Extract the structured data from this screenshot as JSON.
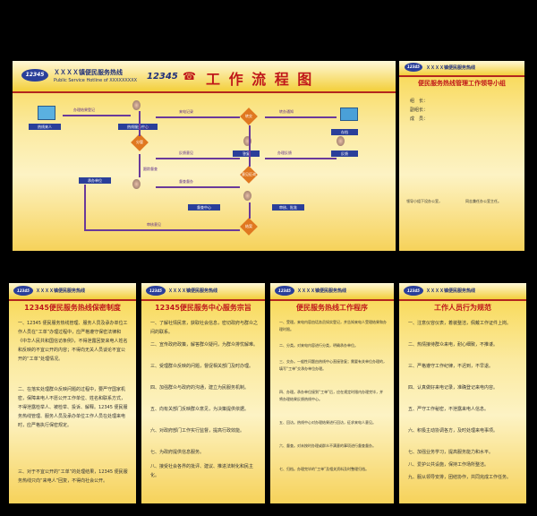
{
  "colors": {
    "accent_red": "#c0181a",
    "navy": "#2a3f9a",
    "purple_arrow": "#6a3a9a",
    "orange": "#e07820"
  },
  "logo_text": "12345",
  "flow": {
    "hotline_cn": "ＸＸＸＸ镇便民服务热线",
    "hotline_en": "Public Service Hotline of XXXXXXXXX",
    "number": "12345",
    "title": "工 作 流 程 图",
    "nodes": {
      "caller": "热线来人",
      "office": "热线服务中心",
      "lead": "分管",
      "lead2": "主管",
      "dept": "承办单位",
      "transfer": "转交",
      "result": "答复",
      "archive": "存档",
      "feedback": "反馈",
      "supervise": "督查中心",
      "evaluate": "回访",
      "review": "审核、批准",
      "close": "结案",
      "survey": "意见征询"
    },
    "labels": {
      "l1": "办理结果登记",
      "l2": "来电记录",
      "l3": "转办通知",
      "l4": "交办",
      "l5": "反馈意见",
      "l6": "督查督办",
      "l7": "跟踪督查",
      "l8": "办理反馈",
      "l9": "审核意见"
    }
  },
  "group_panel": {
    "hotline": "ＸＸＸＸ镇便民服务热线",
    "title": "便民服务热线管理工作领导小组",
    "fields": [
      "组　长：",
      "副组长：",
      "成　员："
    ],
    "note_left": "领导小组下设办公室，",
    "note_right": "同志兼任办公室主任。"
  },
  "cards": [
    {
      "hotline": "ＸＸＸＸ镇便民服务热线",
      "title": "12345便民服务热线保密制度",
      "paragraphs": [
        "一、12345 便民服务热线管理、服务人员及承办单位工作人员在“工单”办理过程中，应严格遵守保密法律和《中华人民共和国信访条例》，不得泄露回复来电人姓名和反映的不宜公开的内容；不得向无关人员谈论不宜公开的“工单”处理情况。",
        "二、在落实处理群众反映问题的过程中，要严守国家机密，保障来电人不愿公开工作单位、姓名和联系方式，不得泄露检举人、被检举、投诉、解释。12345 便民服务热线管理、服务人员及承办单位工作人员在处理来电时，应严格执行保密规定。",
        "三、对于不宜公开的“工单”的处理结果，12345 便民服务热线只向“来电人”回复，不得向社会公开。"
      ]
    },
    {
      "hotline": "ＸＸＸＸ镇便民服务热线",
      "title": "12345便民服务中心服务宗旨",
      "paragraphs": [
        "一、了解社情民意，获取社会信息，密切政府与群众之间的联系。",
        "二、宣传政府政策，解答群众疑问，为群众排忧解难。",
        "三、受理群众反映的问题，督促相关部门及时办理。",
        "四、加强群众与政府的沟通，建立为民服务机制。",
        "五、向有关部门反映群众意见，为决策提供依据。",
        "六、对政府部门工作实行监督，提高行政效能。",
        "七、为政府提供信息服务。",
        "八、接受社会各界的批评、建议、推进法制化和民主化。"
      ]
    },
    {
      "hotline": "ＸＸＸＸ镇便民服务热线",
      "title": "便民服务热线工作程序",
      "paragraphs": [
        "一、受理。来电内容由话务员如实登记，并告知来电人受理结果和办理时限。",
        "二、分类。对来电内容进行分类，明确承办单位。",
        "三、交办。一般性问题由热线中心直接答复；需要有关单位办理的，填写“工单”交承办单位办理。",
        "四、办理。承办单位接到“工单”后，应在规定时限内办理完毕，并将办理结果反馈热线中心。",
        "五、回访。热线中心对办理结果进行回访，征求来电人意见。",
        "六、督查。对未按时办理或群众不满意的事项进行督查督办。",
        "七、归档。办理完毕的“工单”及相关资料及时整理归档。"
      ]
    },
    {
      "hotline": "ＸＸＸＸ镇便民服务热线",
      "title": "工作人员行为规范",
      "paragraphs": [
        "一、注意仪容仪表，着装整洁，佩戴工作证件上岗。",
        "二、热情接待群众来电，耐心细致，不推诿。",
        "三、严格遵守工作纪律，不迟到，不早退。",
        "四、认真做好来电记录，准确登记来电内容。",
        "五、严守工作秘密，不泄露来电人信息。",
        "六、积极主动协调各方，及时处理来电事项。",
        "七、加强业务学习，提高服务能力和水平。",
        "八、爱护公共设施，保持工作场所整洁。",
        "九、服从领导安排，团结协作，共同完成工作任务。"
      ]
    }
  ]
}
